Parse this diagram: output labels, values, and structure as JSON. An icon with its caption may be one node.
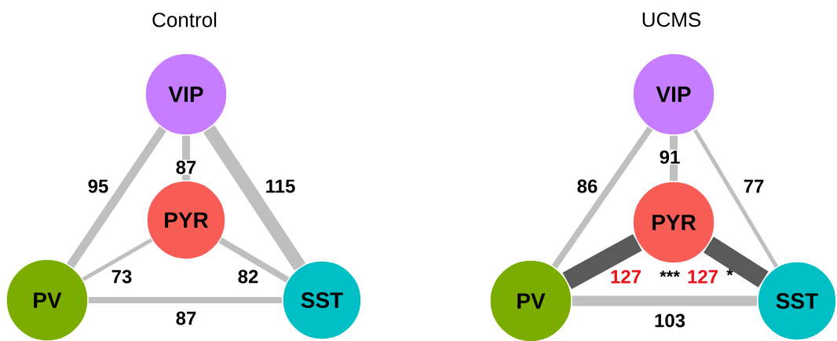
{
  "diagram": {
    "nodes": [
      {
        "text": [
          "VIP"
        ]
      },
      {
        "text": [
          "PYR"
        ]
      },
      {
        "text": [
          "PV"
        ]
      },
      {
        "text": [
          "SST"
        ]
      },
      {
        "text": [
          "VIP"
        ]
      },
      {
        "text": [
          "PYR"
        ]
      },
      {
        "text": [
          "PV"
        ]
      },
      {
        "text": [
          "SST"
        ]
      }
    ],
    "edges": [
      {
        "from": 0,
        "to": 2,
        "arrow": "none",
        "label": "95"
      },
      {
        "from": 0,
        "to": 1,
        "arrow": "none",
        "label": "87"
      },
      {
        "from": 0,
        "to": 3,
        "arrow": "none",
        "label": "115"
      },
      {
        "from": 1,
        "to": 2,
        "arrow": "none",
        "label": "73"
      },
      {
        "from": 1,
        "to": 3,
        "arrow": "none",
        "label": "82"
      },
      {
        "from": 2,
        "to": 3,
        "arrow": "none",
        "label": "87"
      },
      {
        "from": 4,
        "to": 6,
        "arrow": "none",
        "label": "86"
      },
      {
        "from": 4,
        "to": 5,
        "arrow": "none",
        "label": "91"
      },
      {
        "from": 4,
        "to": 7,
        "arrow": "none",
        "label": "77"
      },
      {
        "from": 5,
        "to": 6,
        "arrow": "none",
        "label": "127",
        "style": "thick",
        "color": "#5a5a5a"
      },
      {
        "from": 5,
        "to": 7,
        "arrow": "none",
        "label": "127",
        "style": "thick",
        "color": "#5a5a5a"
      },
      {
        "from": 6,
        "to": 7,
        "arrow": "none",
        "label": "103"
      }
    ],
    "labels": [
      "Control",
      "UCMS",
      "***",
      "*"
    ]
  }
}
